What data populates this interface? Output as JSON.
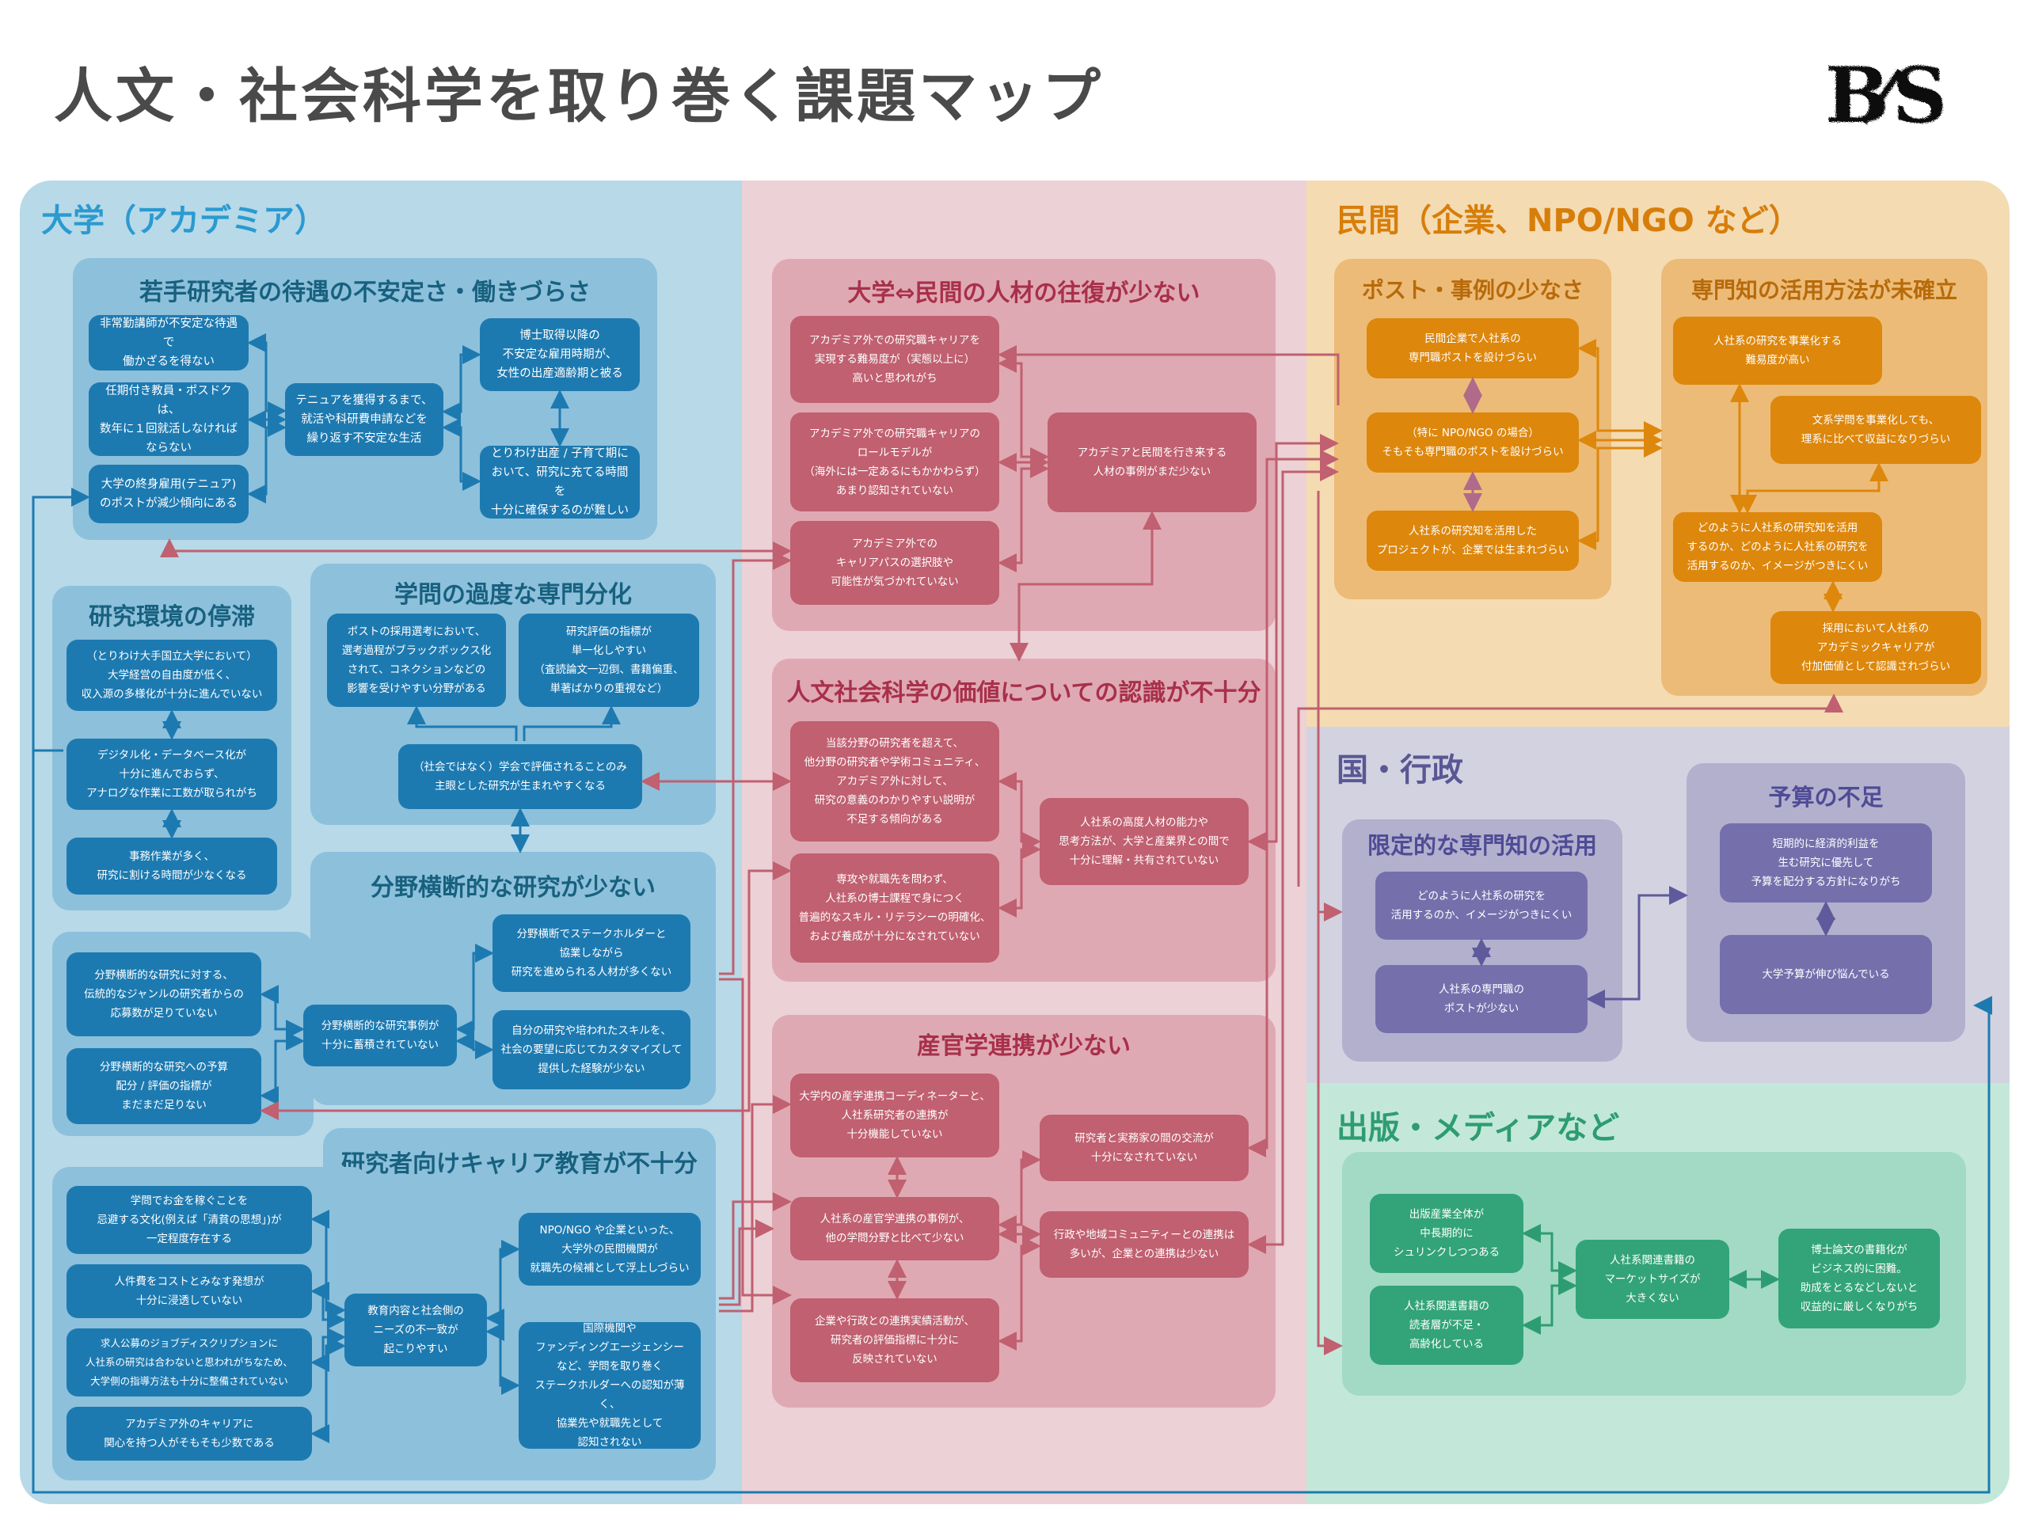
{
  "title": "人文・社会科学を取り巻く課題マップ",
  "logo": {
    "text": "B/S",
    "icon": "logo-mark"
  },
  "colors": {
    "academia_bg": "#b7d9e8",
    "academia_group": "#8dc0db",
    "academia_node": "#1d7ab1",
    "academia_title": "#1a6a90",
    "academia_region_title": "#2b9ad0",
    "mid_bg": "#ecd1d6",
    "mid_group": "#dfa9b3",
    "mid_node": "#c06070",
    "mid_title": "#a8304a",
    "private_bg": "#f4dbb2",
    "private_group": "#ecbb77",
    "private_node": "#dd870c",
    "private_title": "#d77e0a",
    "gov_bg": "#d3d2e0",
    "gov_group": "#b2b0cd",
    "gov_node": "#7570ac",
    "gov_title": "#4f4b96",
    "media_bg": "#c3e8da",
    "media_group": "#a2dac6",
    "media_node": "#33a37a",
    "media_title": "#2e9c72"
  },
  "regions": {
    "academia": {
      "title": "大学（アカデミア）",
      "groups": {
        "young": {
          "title": "若手研究者の待遇の不安定さ・働きづらさ",
          "nodes": [
            "非常勤講師が不安定な待遇で\n働かざるを得ない",
            "任期付き教員・ポスドクは、\n数年に１回就活しなければ\nならない",
            "大学の終身雇用(テニュア)\nのポストが減少傾向にある",
            "テニュアを獲得するまで、\n就活や科研費申請などを\n繰り返す不安定な生活",
            "博士取得以降の\n不安定な雇用時期が、\n女性の出産適齢期と被る",
            "とりわけ出産 / 子育て期に\nおいて、研究に充てる時間を\n十分に確保するのが難しい"
          ]
        },
        "env": {
          "title": "研究環境の停滞",
          "nodes": [
            "（とりわけ大手国立大学において）\n大学経営の自由度が低く、\n収入源の多様化が十分に進んでいない",
            "デジタル化・データベース化が\n十分に進んでおらず、\nアナログな作業に工数が取られがち",
            "事務作業が多く、\n研究に割ける時間が少なくなる"
          ]
        },
        "special": {
          "title": "学問の過度な専門分化",
          "nodes": [
            "ポストの採用選考において、\n選考過程がブラックボックス化\nされて、コネクションなどの\n影響を受けやすい分野がある",
            "研究評価の指標が\n単一化しやすい\n（査読論文一辺倒、書籍偏重、\n単著ばかりの重視など）",
            "（社会ではなく）学会で評価されることのみ\n主眼とした研究が生まれやすくなる"
          ]
        },
        "cross": {
          "title": "分野横断的な研究が少ない",
          "nodes": [
            "分野横断的な研究に対する、\n伝統的なジャンルの研究者からの\n応募数が足りていない",
            "分野横断的な研究への予算\n配分 / 評価の指標が\nまだまだ足りない",
            "分野横断的な研究事例が\n十分に蓄積されていない",
            "分野横断でステークホルダーと\n協業しながら\n研究を進められる人材が多くない",
            "自分の研究や培われたスキルを、\n社会の要望に応じてカスタマイズして\n提供した経験が少ない"
          ]
        },
        "career": {
          "title": "研究者向けキャリア教育が不十分",
          "nodes": [
            "学問でお金を稼ぐことを\n忌避する文化(例えば「清貧の思想」)が\n一定程度存在する",
            "人件費をコストとみなす発想が\n十分に浸透していない",
            "求人公募のジョブディスクリプションに\n人社系の研究は合わないと思われがちなため、\n大学側の指導方法も十分に整備されていない",
            "アカデミア外のキャリアに\n関心を持つ人がそもそも少数である",
            "教育内容と社会側の\nニーズの不一致が\n起こりやすい",
            "NPO/NGO や企業といった、\n大学外の民間機関が\n就職先の候補として浮上しづらい",
            "国際機関や\nファンディングエージェンシー\nなど、学問を取り巻く\nステークホルダーへの認知が薄く、\n協業先や就職先として\n認知されない"
          ]
        }
      }
    },
    "middle": {
      "groups": {
        "exchange": {
          "title": "大学⇔民間の人材の往復が少ない",
          "nodes": [
            "アカデミア外での研究職キャリアを\n実現する難易度が（実態以上に）\n高いと思われがち",
            "アカデミア外での研究職キャリアの\nロールモデルが\n（海外には一定あるにもかかわらず）\nあまり認知されていない",
            "アカデミア外での\nキャリアパスの選択肢や\n可能性が気づかれていない",
            "アカデミアと民間を行き来する\n人材の事例がまだ少ない"
          ]
        },
        "value": {
          "title": "人文社会科学の価値についての認識が不十分",
          "nodes": [
            "当該分野の研究者を超えて、\n他分野の研究者や学術コミュニティ、\nアカデミア外に対して、\n研究の意義のわかりやすい説明が\n不足する傾向がある",
            "専攻や就職先を問わず、\n人社系の博士課程で身につく\n普遍的なスキル・リテラシーの明確化、\nおよび養成が十分になされていない",
            "人社系の高度人材の能力や\n思考方法が、大学と産業界との間で\n十分に理解・共有されていない"
          ]
        },
        "industry": {
          "title": "産官学連携が少ない",
          "nodes": [
            "大学内の産学連携コーディネーターと、\n人社系研究者の連携が\n十分機能していない",
            "人社系の産官学連携の事例が、\n他の学問分野と比べて少ない",
            "企業や行政との連携実績活動が、\n研究者の評価指標に十分に\n反映されていない",
            "研究者と実務家の間の交流が\n十分になされていない",
            "行政や地域コミュニティーとの連携は\n多いが、企業との連携は少ない"
          ]
        }
      }
    },
    "private": {
      "title": "民間（企業、NPO/NGO など）",
      "groups": {
        "posts": {
          "title": "ポスト・事例の少なさ",
          "nodes": [
            "民間企業で人社系の\n専門職ポストを設けづらい",
            "（特に NPO/NGO の場合）\nそもそも専門職のポストを設けづらい",
            "人社系の研究知を活用した\nプロジェクトが、企業では生まれづらい"
          ]
        },
        "method": {
          "title": "専門知の活用方法が未確立",
          "nodes": [
            "人社系の研究を事業化する\n難易度が高い",
            "文系学問を事業化しても、\n理系に比べて収益になりづらい",
            "どのように人社系の研究知を活用\nするのか、どのように人社系の研究を\n活用するのか、イメージがつきにくい",
            "採用において人社系の\nアカデミックキャリアが\n付加価値として認識されづらい"
          ]
        }
      }
    },
    "government": {
      "title": "国・行政",
      "groups": {
        "limited": {
          "title": "限定的な専門知の活用",
          "nodes": [
            "どのように人社系の研究を\n活用するのか、イメージがつきにくい",
            "人社系の専門職の\nポストが少ない"
          ]
        },
        "budget": {
          "title": "予算の不足",
          "nodes": [
            "短期的に経済的利益を\n生む研究に優先して\n予算を配分する方針になりがち",
            "大学予算が伸び悩んでいる"
          ]
        }
      }
    },
    "media": {
      "title": "出版・メディアなど",
      "groups": {
        "publish": {
          "nodes": [
            "出版産業全体が\n中長期的に\nシュリンクしつつある",
            "人社系関連書籍の\n読者層が不足・\n高齢化している",
            "人社系関連書籍の\nマーケットサイズが\n大きくない",
            "博士論文の書籍化が\nビジネス的に困難。\n助成をとるなどしないと\n収益的に厳しくなりがち"
          ]
        }
      }
    }
  }
}
